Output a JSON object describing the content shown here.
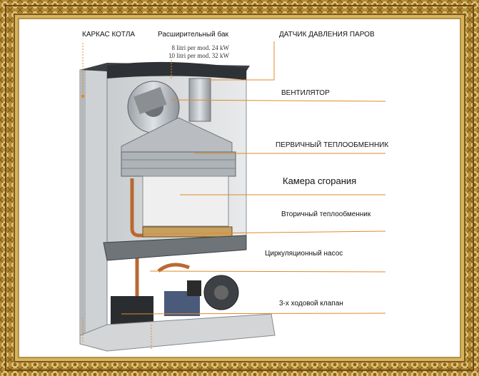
{
  "labels": {
    "frame": "КАРКАС КОТЛА",
    "expansion_tank": "Расширительный бак",
    "pressure_sensor": "ДАТЧИК ДАВЛЕНИЯ ПАРОВ",
    "fan": "ВЕНТИЛЯТОР",
    "primary_exchanger": "ПЕРВИЧНЫЙ ТЕПЛООБМЕННИК",
    "combustion_chamber": "Камера сгорания",
    "secondary_exchanger": "Вторичный теплообменник",
    "circulation_pump": "Циркуляционный насос",
    "three_way_valve": "3-х ходовой клапан"
  },
  "tank_spec": {
    "line1": "8 litri per mod. 24 kW",
    "line2": "10 litri per mod. 32 kW"
  },
  "colors": {
    "leader_line": "#e08a2a",
    "frame_gold": "#c9a54e",
    "frame_dark": "#7a5a1c"
  }
}
